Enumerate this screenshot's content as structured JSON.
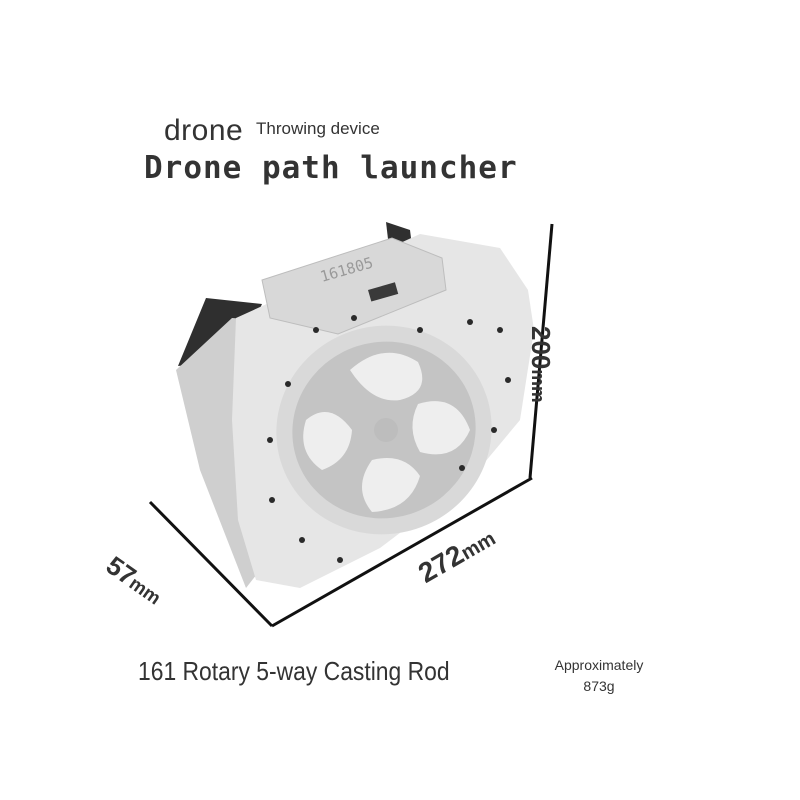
{
  "title": {
    "small": "drone",
    "caption": "Throwing device",
    "main": "Drone  path launcher"
  },
  "product_name": "161 Rotary 5-way Casting Rod",
  "weight": {
    "line1": "Approximately",
    "line2": "873g"
  },
  "dimensions": {
    "height_value": "200",
    "width_value": "272",
    "depth_value": "57",
    "unit": "mm"
  },
  "device_label": "161805",
  "colors": {
    "body": "#e6e6e6",
    "body_shadow": "#cfcfcf",
    "dark_part": "#2f2f2f",
    "line": "#111111",
    "text": "#333333"
  }
}
